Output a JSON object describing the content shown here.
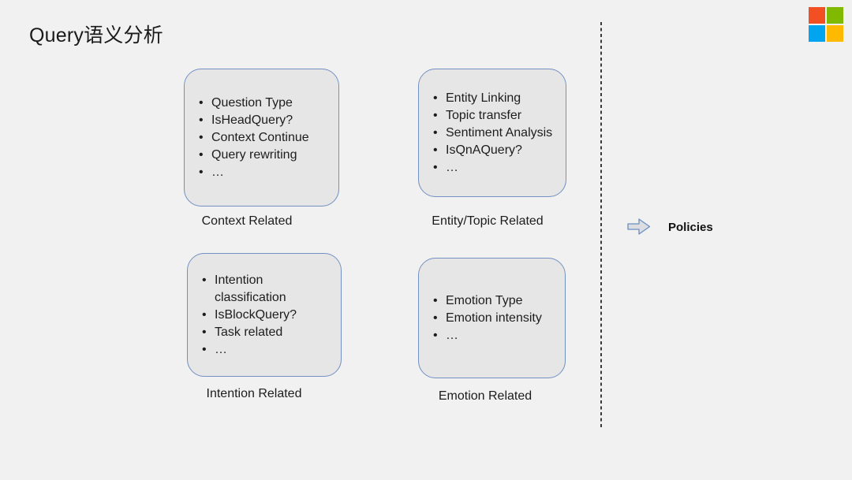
{
  "slide": {
    "title": "Query语义分析"
  },
  "groups": {
    "top_left": {
      "label": "Context Related",
      "items": [
        "Question Type",
        "IsHeadQuery?",
        "Context Continue",
        "Query rewriting",
        "…"
      ]
    },
    "top_right": {
      "label": "Entity/Topic Related",
      "items": [
        "Entity Linking",
        "Topic transfer",
        "Sentiment Analysis",
        "IsQnAQuery?",
        "…"
      ]
    },
    "bottom_left": {
      "label": "Intention Related",
      "items": [
        "Intention classification",
        "IsBlockQuery?",
        "Task related",
        "…"
      ]
    },
    "bottom_right": {
      "label": "Emotion Related",
      "items": [
        "Emotion Type",
        "Emotion intensity",
        "…"
      ]
    }
  },
  "output": {
    "label": "Policies",
    "arrow_icon": "right-block-arrow"
  },
  "logo": {
    "name": "microsoft-logo"
  },
  "colors": {
    "background": "#f1f1f2",
    "box_fill": "#e6e6e7",
    "box_border": "#7290c0",
    "divider": "#3a3a3a",
    "ms_red": "#f25022",
    "ms_green": "#7fba00",
    "ms_blue": "#00a4ef",
    "ms_yellow": "#ffb900"
  }
}
